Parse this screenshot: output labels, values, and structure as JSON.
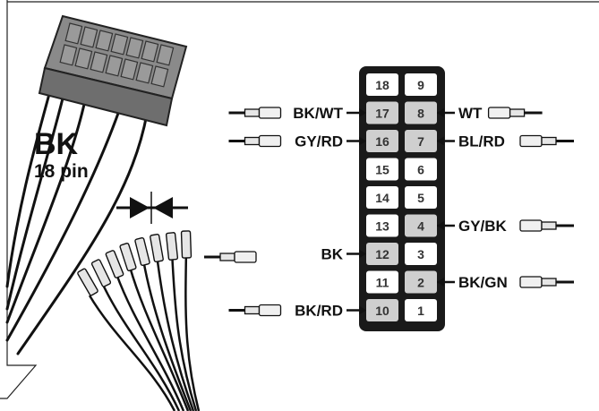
{
  "connector": {
    "color_code": "BK",
    "pin_count_label": "18 pin"
  },
  "pins": [
    {
      "num": "18",
      "wire": "",
      "highlight": false
    },
    {
      "num": "9",
      "wire": "",
      "highlight": false
    },
    {
      "num": "17",
      "wire": "BK/WT",
      "highlight": true
    },
    {
      "num": "8",
      "wire": "WT",
      "highlight": true
    },
    {
      "num": "16",
      "wire": "GY/RD",
      "highlight": true
    },
    {
      "num": "7",
      "wire": "BL/RD",
      "highlight": true
    },
    {
      "num": "15",
      "wire": "",
      "highlight": false
    },
    {
      "num": "6",
      "wire": "",
      "highlight": false
    },
    {
      "num": "14",
      "wire": "",
      "highlight": false
    },
    {
      "num": "5",
      "wire": "",
      "highlight": false
    },
    {
      "num": "13",
      "wire": "",
      "highlight": false
    },
    {
      "num": "4",
      "wire": "GY/BK",
      "highlight": true
    },
    {
      "num": "12",
      "wire": "BK",
      "highlight": true
    },
    {
      "num": "3",
      "wire": "",
      "highlight": false
    },
    {
      "num": "11",
      "wire": "",
      "highlight": false
    },
    {
      "num": "2",
      "wire": "BK/GN",
      "highlight": true
    },
    {
      "num": "10",
      "wire": "BK/RD",
      "highlight": true
    },
    {
      "num": "1",
      "wire": "",
      "highlight": false
    }
  ],
  "colors": {
    "pin_fill": "#ffffff",
    "pin_highlight_fill": "#cfcfcf",
    "block_fill": "#1a1a1a",
    "connector_body": "#777777"
  }
}
